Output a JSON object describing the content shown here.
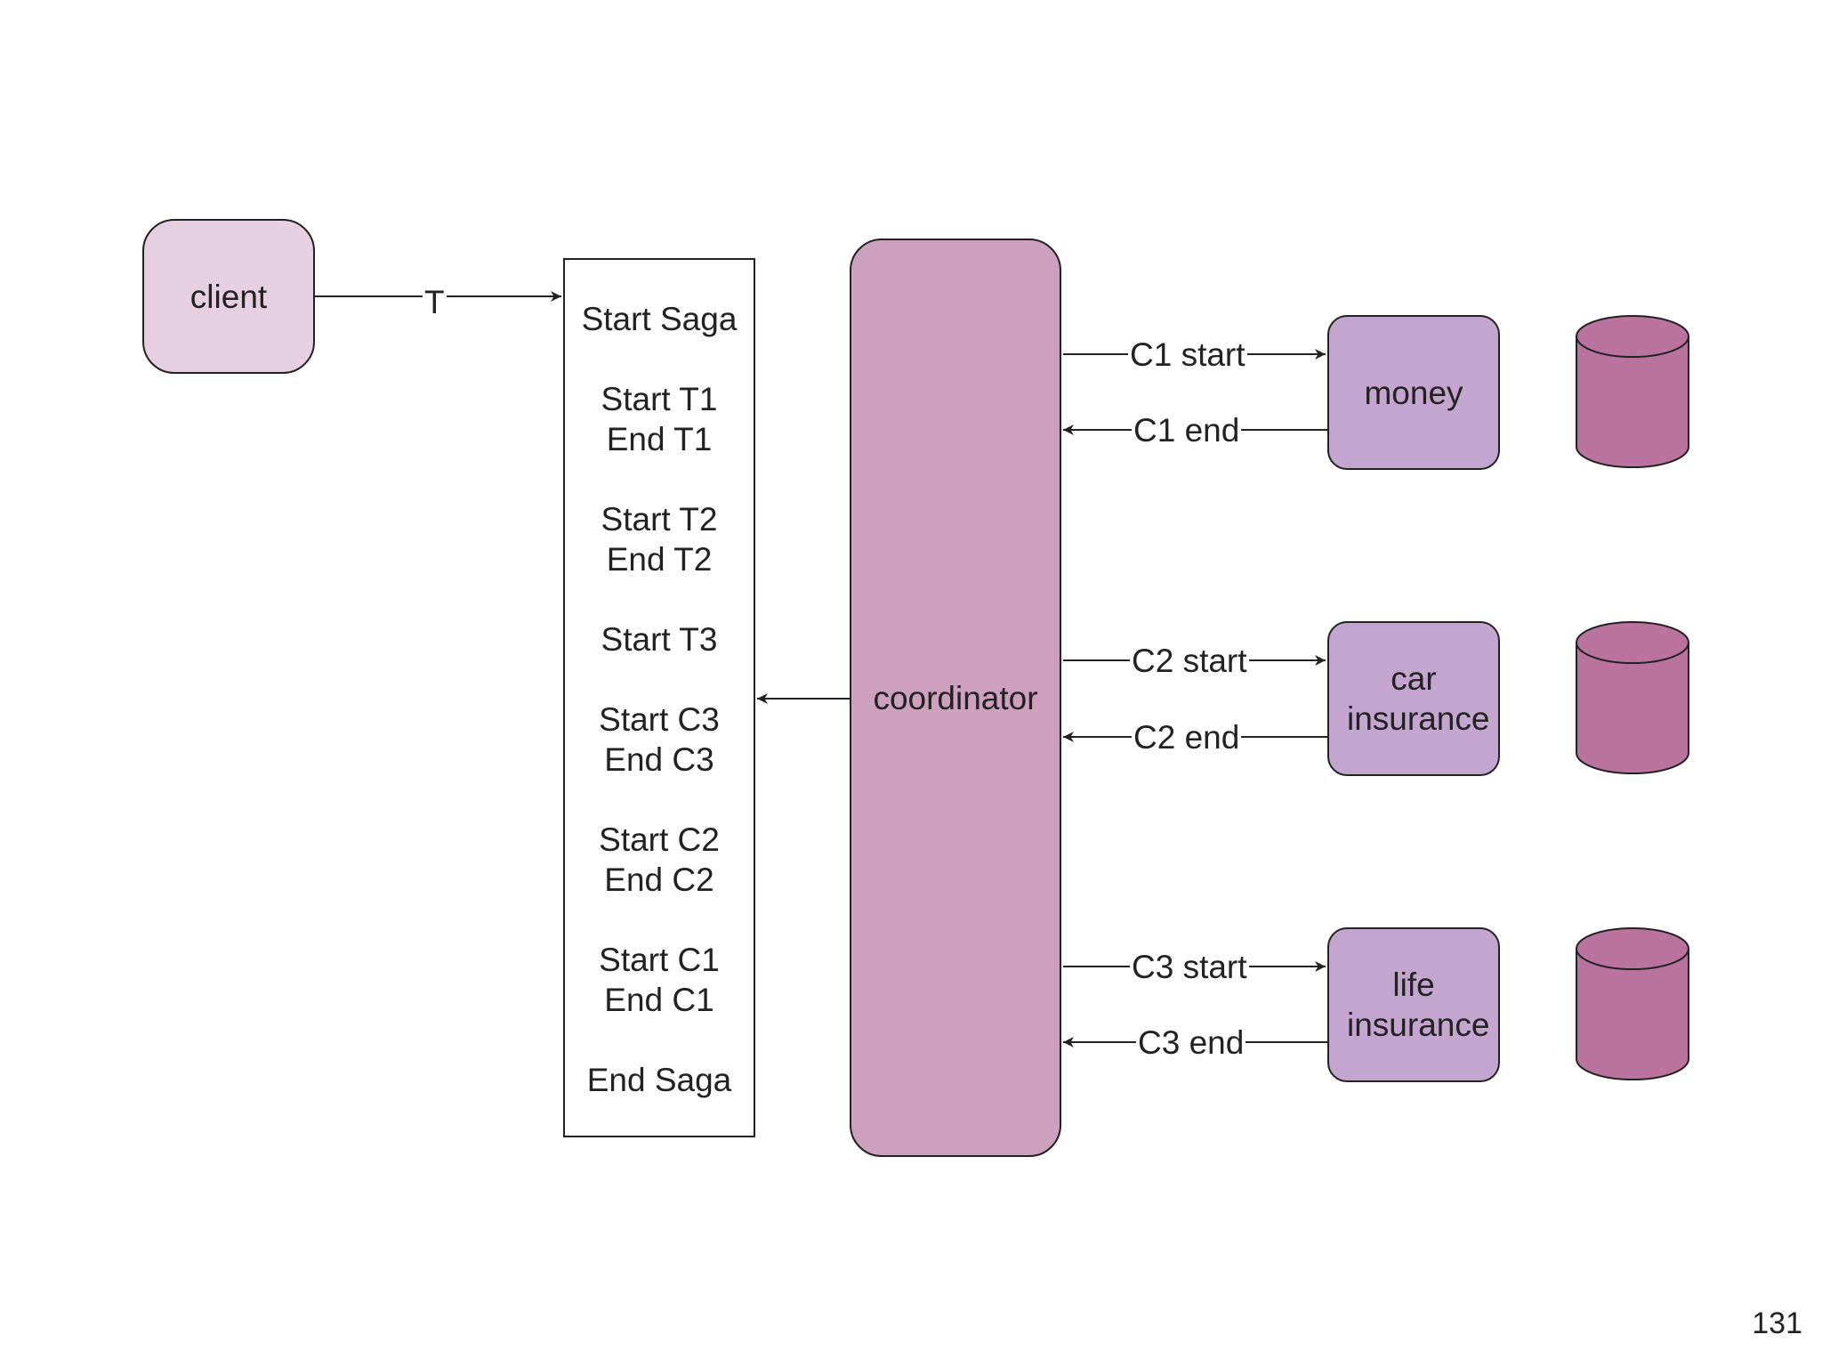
{
  "colors": {
    "client_fill": "#e6cfe0",
    "coordinator_fill": "#cda0bd",
    "service_fill": "#c3a5cf",
    "database_fill": "#b9739e",
    "stroke": "#222222"
  },
  "client": {
    "label": "client"
  },
  "request_label": "T",
  "coordinator": {
    "label": "coordinator"
  },
  "saga_log": {
    "lines": [
      "Start Saga",
      "Start T1",
      "End T1",
      "Start T2",
      "End T2",
      "Start T3",
      "Start C3",
      "End C3",
      "Start C2",
      "End C2",
      "Start C1",
      "End C1",
      "End Saga"
    ]
  },
  "services": [
    {
      "label": "money",
      "start_label": "C1 start",
      "end_label": "C1 end"
    },
    {
      "label": "car insurance",
      "start_label": "C2 start",
      "end_label": "C2 end"
    },
    {
      "label": "life insurance",
      "start_label": "C3 start",
      "end_label": "C3 end"
    }
  ],
  "page_number": "131"
}
